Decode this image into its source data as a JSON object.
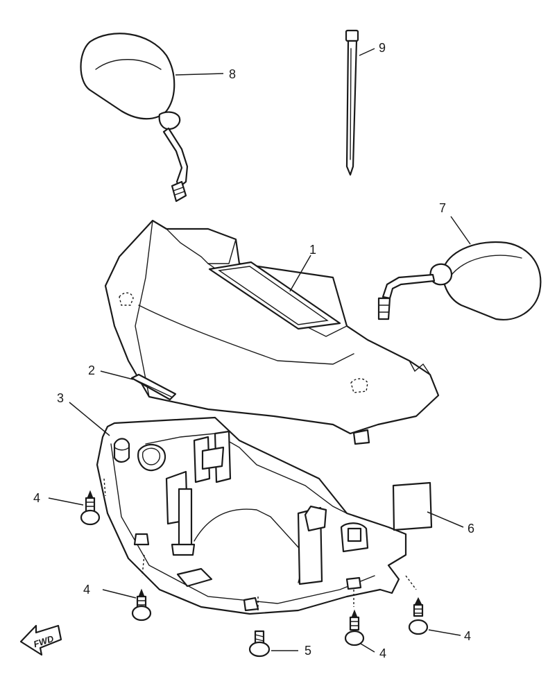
{
  "callouts": {
    "c1": "1",
    "c2": "2",
    "c3": "3",
    "c4a": "4",
    "c4b": "4",
    "c4c": "4",
    "c4d": "4",
    "c5": "5",
    "c6": "6",
    "c7": "7",
    "c8": "8",
    "c9": "9"
  },
  "fwd_label": "FWD"
}
